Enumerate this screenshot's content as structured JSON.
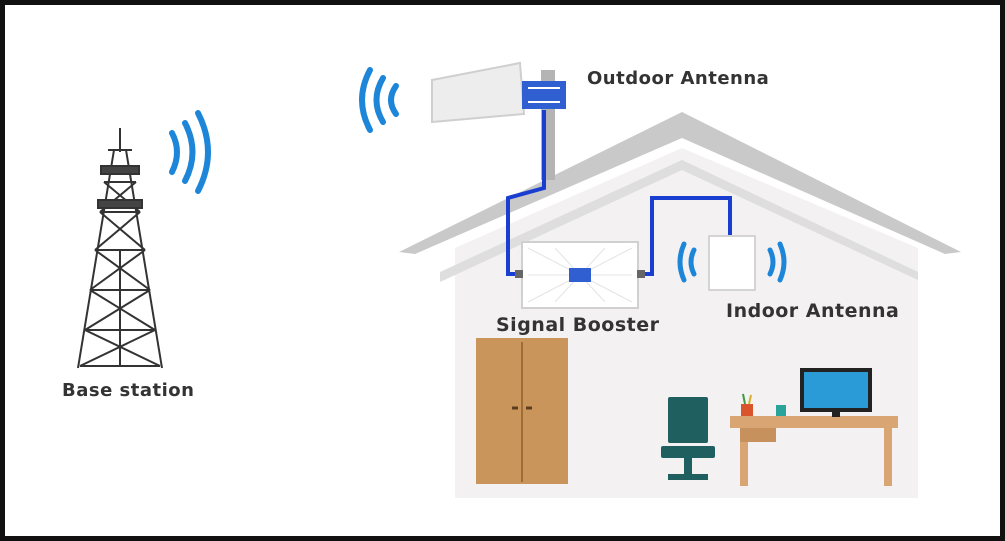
{
  "labels": {
    "base_station": "Base station",
    "outdoor_antenna": "Outdoor Antenna",
    "signal_booster": "Signal Booster",
    "indoor_antenna": "Indoor Antenna"
  },
  "colors": {
    "cable": "#1a3fd0",
    "signal_wave": "#1e86d8",
    "house_wall": "#f3f1f1",
    "roof": "#c9c9c9",
    "wardrobe": "#c9955a",
    "desk": "#d9a673",
    "chair": "#1f5f5f",
    "monitor": "#2a9bd6"
  },
  "icons": [
    "base-station-tower-icon",
    "outdoor-antenna-icon",
    "signal-booster-icon",
    "indoor-antenna-icon",
    "wardrobe-icon",
    "chair-icon",
    "desk-icon",
    "monitor-icon",
    "signal-wave-icon"
  ]
}
